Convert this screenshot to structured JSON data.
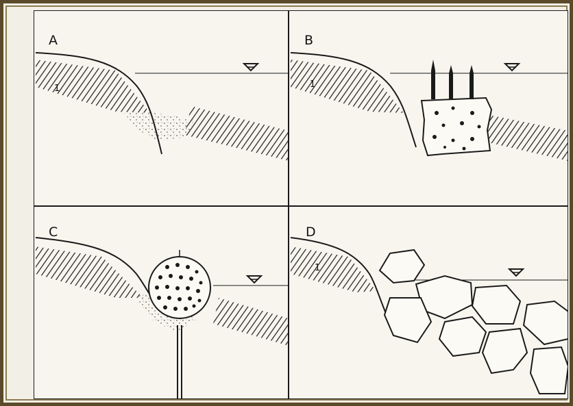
{
  "panels": [
    {
      "label": "A",
      "layer_mark": "1"
    },
    {
      "label": "B",
      "layer_mark": "1"
    },
    {
      "label": "C",
      "layer_mark": ""
    },
    {
      "label": "D",
      "layer_mark": "1"
    }
  ],
  "water_table_icon": "inverted-triangle-icon",
  "colors": {
    "ink": "#1a1a1a",
    "paper": "#f2efe6",
    "frame": "#5a4a2a"
  }
}
